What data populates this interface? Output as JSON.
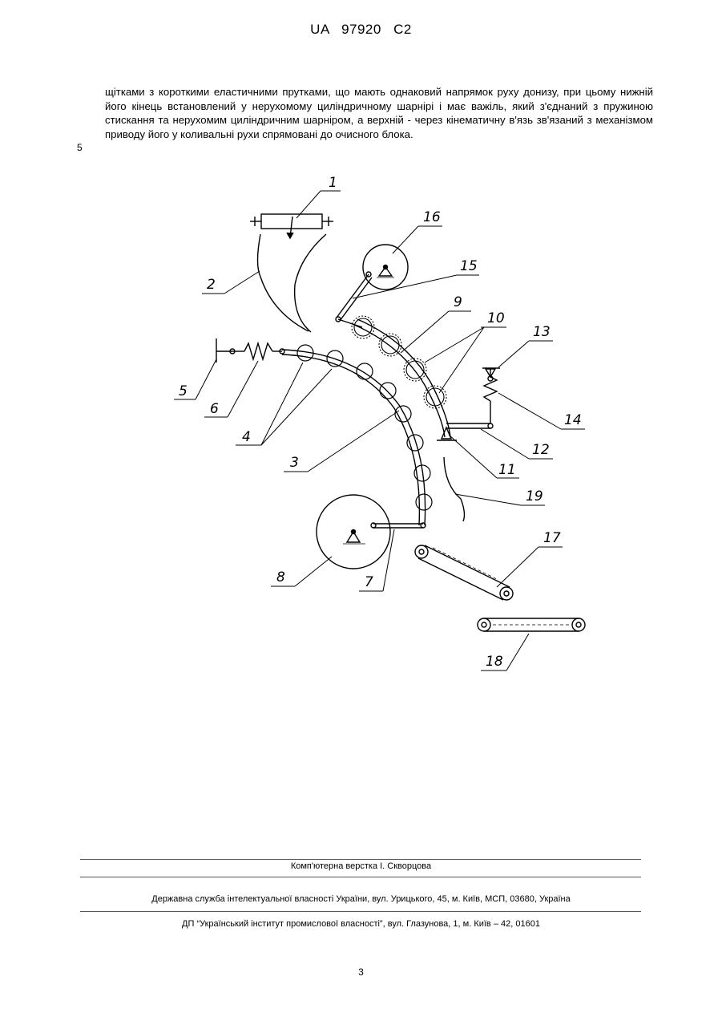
{
  "header": {
    "doc_number": "UA   97920   C2"
  },
  "body": {
    "line_number": "5",
    "paragraph": "щітками з короткими еластичними прутками, що мають однаковий напрямок руху донизу, при цьому нижній його кінець встановлений у нерухомому циліндричному шарнірі і має важіль, який з'єднаний з пружиною стискання та нерухомим циліндричним шарніром, а верхній - через кінематичну в'язь зв'язаний з механізмом приводу його у коливальні рухи спрямовані до очисного блока."
  },
  "figure": {
    "labels": {
      "l1": "1",
      "l2": "2",
      "l3": "3",
      "l4": "4",
      "l5": "5",
      "l6": "6",
      "l7": "7",
      "l8": "8",
      "l9": "9",
      "l10": "10",
      "l11": "11",
      "l12": "12",
      "l13": "13",
      "l14": "14",
      "l15": "15",
      "l16": "16",
      "l17": "17",
      "l18": "18",
      "l19": "19"
    }
  },
  "footer": {
    "layout_credit": "Комп'ютерна верстка І. Скворцова",
    "agency": "Державна служба інтелектуальної власності України, вул. Урицького, 45, м. Київ, МСП, 03680, Україна",
    "institute": "ДП “Український інститут промислової власності”, вул. Глазунова, 1, м. Київ – 42, 01601"
  },
  "page_number": "3"
}
